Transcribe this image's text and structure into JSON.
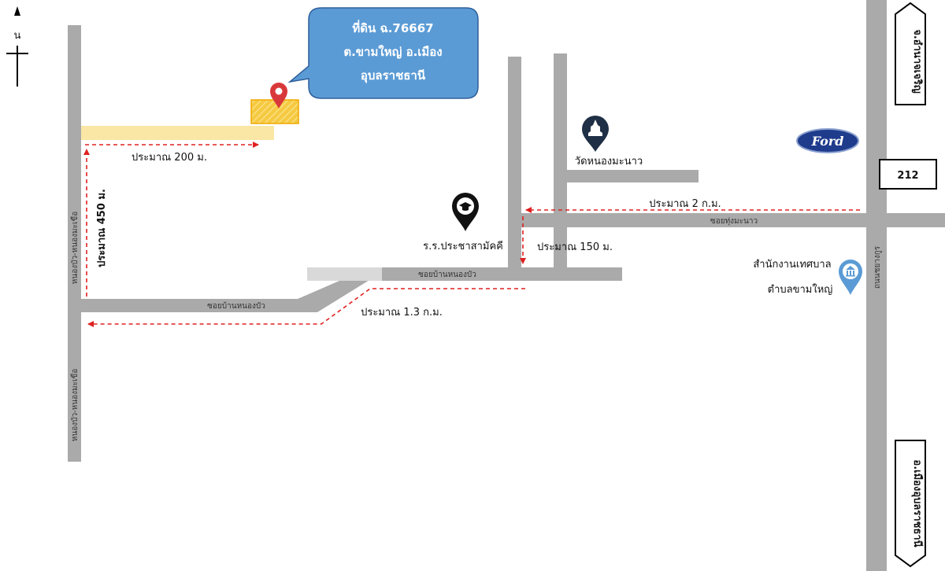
{
  "north": {
    "letter": "น"
  },
  "parcel_callout": {
    "line1": "ที่ดิน ฉ.76667",
    "line2": "ต.ขามใหญ่ อ.เมือง",
    "line3": "อุบลราชธานี"
  },
  "distances": {
    "d200": "ประมาณ 200 ม.",
    "d450": "ประมาณ 450 ม.",
    "d2km": "ประมาณ 2 ก.ม.",
    "d150": "ประมาณ 150 ม.",
    "d13km": "ประมาณ 1.3 ก.ม."
  },
  "roads": {
    "west_upper": "หนองบัว-หนองมะเขือ",
    "west_lower": "หนองบัว-หนองมะเขือ",
    "soi_nongbua_a": "ซอยบ้านหนองบัว",
    "soi_nongbua_b": "ซอยบ้านหนองบัว",
    "soi_thungmanao": "ซอยทุ่งมะนาว",
    "main_road": "ถนนชยางกูร"
  },
  "places": {
    "temple": "วัดหนองมะนาว",
    "school": "ร.ร.ประชาสามัคคี",
    "office_line1": "สำนักงานเทศบาล",
    "office_line2": "ตำบลขามใหญ่",
    "ford_logo": "Ford"
  },
  "signs": {
    "route_number": "212",
    "north_dest": "จ.อำนาจเจริญ",
    "south_dest": "อ.เมืองอุบลราชธานี"
  },
  "colors": {
    "road": "#aaaaaa",
    "parcel_road": "#fae7a5",
    "callout": "#5b9bd5",
    "pin_red": "#d9383a",
    "dash_red": "#e02020",
    "ford_blue": "#1f3b8c",
    "office_icon": "#5b9bd5"
  }
}
